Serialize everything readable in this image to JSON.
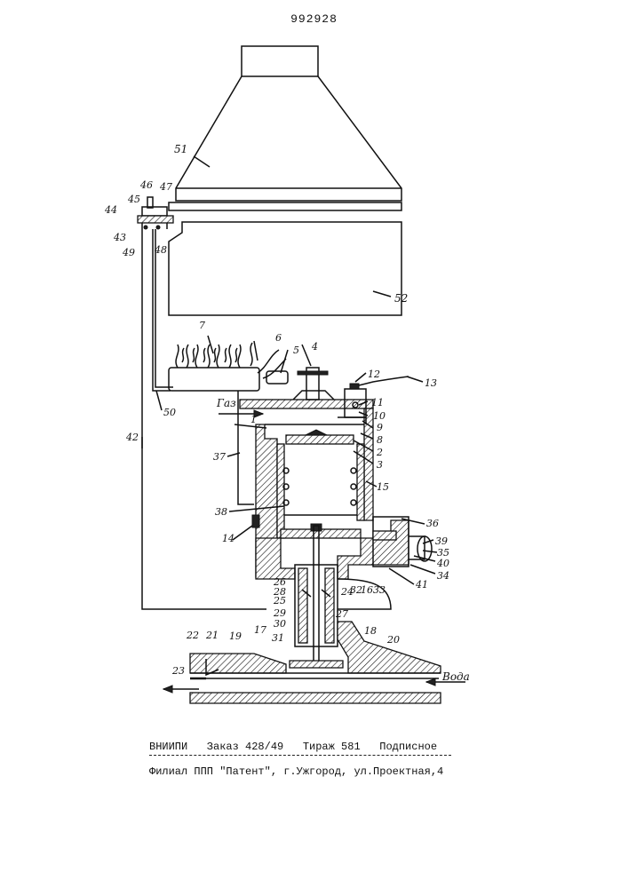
{
  "patent_number": "992928",
  "labels": {
    "l1": "1",
    "l2": "2",
    "l3": "3",
    "l4": "4",
    "l5": "5",
    "l6": "6",
    "l7": "7",
    "l8": "8",
    "l9": "9",
    "l10": "10",
    "l11": "11",
    "l12": "12",
    "l13": "13",
    "l14": "14",
    "l15": "15",
    "l16": "16",
    "l17": "17",
    "l18": "18",
    "l19": "19",
    "l20": "20",
    "l21": "21",
    "l22": "22",
    "l23": "23",
    "l24": "24",
    "l25": "25",
    "l26": "26",
    "l27": "27",
    "l28": "28",
    "l29": "29",
    "l30": "30",
    "l31": "31",
    "l32": "32",
    "l33": "33",
    "l34": "34",
    "l35": "35",
    "l36": "36",
    "l37": "37",
    "l38": "38",
    "l39": "39",
    "l40": "40",
    "l41": "41",
    "l42": "42",
    "l43": "43",
    "l44": "44",
    "l45": "45",
    "l46": "46",
    "l47": "47",
    "l48": "48",
    "l49": "49",
    "l50": "50",
    "l51": "51",
    "l52": "52",
    "gas": "Газ",
    "water": "Вода"
  },
  "imprint": {
    "line1": "ВНИИПИ   Заказ 428/49   Тираж 581   Подписное",
    "line2": "Филиал ППП \"Патент\", г.Ужгород, ул.Проектная,4"
  }
}
